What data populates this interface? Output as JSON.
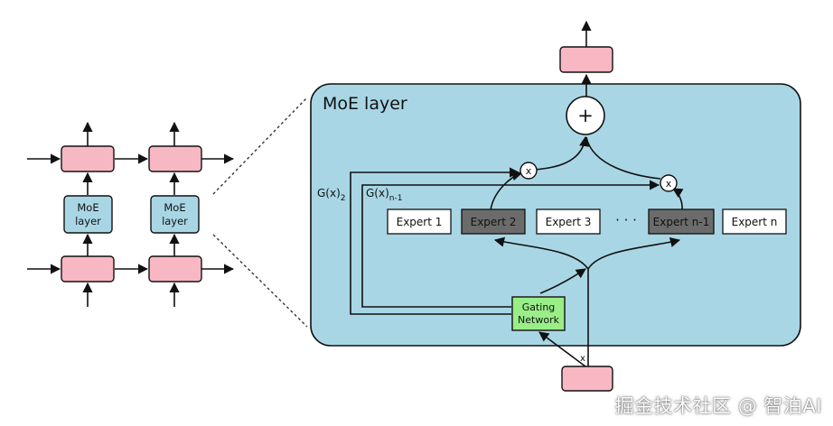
{
  "colors": {
    "pink_block": "#f7b8c4",
    "moe_panel": "#a9d6e5",
    "moe_small": "#a9d6e5",
    "gating": "#99ee88",
    "expert_selected": "#6b6b6b",
    "expert_plain": "#ffffff",
    "line": "#111111"
  },
  "diagram": {
    "panel_title": "MoE layer",
    "small_moe_left": {
      "line1": "MoE",
      "line2": "layer"
    },
    "small_moe_right": {
      "line1": "MoE",
      "line2": "layer"
    },
    "plus_symbol": "+",
    "mult_symbol_1": "x",
    "mult_symbol_2": "x",
    "gate_label_1_main": "G(x)",
    "gate_label_1_sub": "2",
    "gate_label_2_main": "G(x)",
    "gate_label_2_sub": "n-1",
    "ellipsis": "· · ·",
    "gating_network": {
      "line1": "Gating",
      "line2": "Network"
    },
    "input_label": "x",
    "experts": [
      {
        "label": "Expert 1",
        "selected": false
      },
      {
        "label": "Expert 2",
        "selected": true
      },
      {
        "label": "Expert 3",
        "selected": false
      },
      {
        "label": "Expert n-1",
        "selected": true
      },
      {
        "label": "Expert n",
        "selected": false
      }
    ]
  },
  "watermark": "掘金技术社区 @ 智泊AI"
}
